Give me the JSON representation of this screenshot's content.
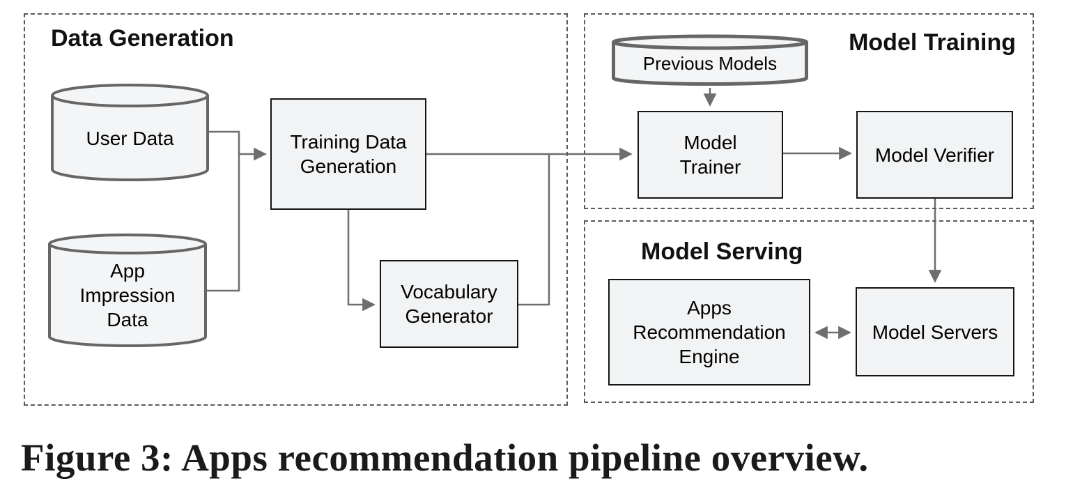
{
  "figure_caption": "Figure 3: Apps recommendation pipeline overview.",
  "groups": {
    "data_generation": {
      "title": "Data Generation"
    },
    "model_training": {
      "title": "Model Training"
    },
    "model_serving": {
      "title": "Model Serving"
    }
  },
  "nodes": {
    "user_data": {
      "shape": "database",
      "label": "User Data"
    },
    "app_impression_data": {
      "shape": "database",
      "lines": [
        "App",
        "Impression",
        "Data"
      ]
    },
    "training_data_generation": {
      "shape": "process",
      "lines": [
        "Training Data",
        "Generation"
      ]
    },
    "vocabulary_generator": {
      "shape": "process",
      "lines": [
        "Vocabulary",
        "Generator"
      ]
    },
    "previous_models": {
      "shape": "database",
      "label": "Previous Models"
    },
    "model_trainer": {
      "shape": "process",
      "lines": [
        "Model",
        "Trainer"
      ]
    },
    "model_verifier": {
      "shape": "process",
      "label": "Model Verifier"
    },
    "apps_recommendation_engine": {
      "shape": "process",
      "lines": [
        "Apps",
        "Recommendation",
        "Engine"
      ]
    },
    "model_servers": {
      "shape": "process",
      "label": "Model Servers"
    }
  },
  "edges": [
    {
      "from": "user_data",
      "to": "training_data_generation",
      "arrow": "end"
    },
    {
      "from": "app_impression_data",
      "to": "training_data_generation",
      "arrow": "end"
    },
    {
      "from": "training_data_generation",
      "to": "model_trainer",
      "arrow": "end"
    },
    {
      "from": "training_data_generation",
      "to": "vocabulary_generator",
      "arrow": "end"
    },
    {
      "from": "vocabulary_generator",
      "to": "model_trainer",
      "arrow": "none"
    },
    {
      "from": "previous_models",
      "to": "model_trainer",
      "arrow": "end"
    },
    {
      "from": "model_trainer",
      "to": "model_verifier",
      "arrow": "end"
    },
    {
      "from": "model_verifier",
      "to": "model_servers",
      "arrow": "end"
    },
    {
      "from": "apps_recommendation_engine",
      "to": "model_servers",
      "arrow": "both"
    }
  ],
  "colors": {
    "background": "#ffffff",
    "dashed_border": "#5a5a5a",
    "connector": "#6e6e6e",
    "process_fill": "#f1f3f4",
    "process_border": "#141414",
    "database_stroke": "#666666",
    "database_fill": "#f4f5f6",
    "text": "#000000"
  }
}
